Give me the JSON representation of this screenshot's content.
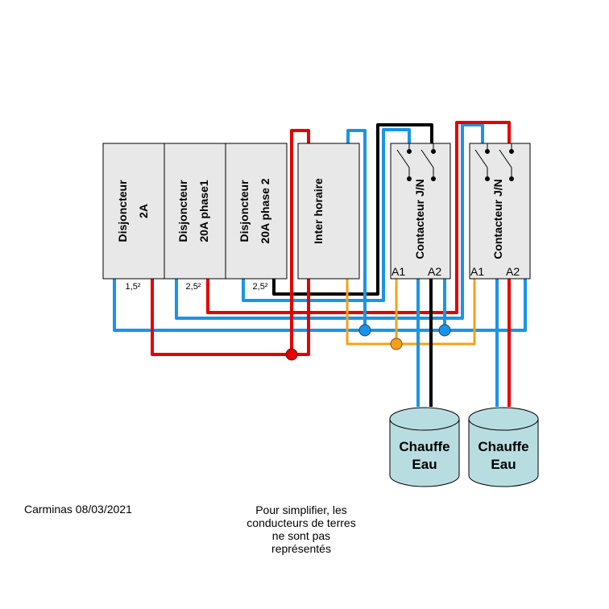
{
  "colors": {
    "phase": "#e60000",
    "neutral": "#1a94e6",
    "return": "#000000",
    "control": "#f5a01a",
    "box_fill": "#e8e8e8",
    "tank_fill": "#b8dde0"
  },
  "breakers": [
    {
      "line1": "Disjoncteur",
      "line2": "2A",
      "section": "1,5²"
    },
    {
      "line1": "Disjoncteur",
      "line2": "20A phase1",
      "section": "2,5²"
    },
    {
      "line1": "Disjoncteur",
      "line2": "20A phase 2",
      "section": "2,5²"
    }
  ],
  "timer": {
    "label": "Inter horaire"
  },
  "contactors": [
    {
      "label": "Contacteur J/N",
      "a1": "A1",
      "a2": "A2"
    },
    {
      "label": "Contacteur J/N",
      "a1": "A1",
      "a2": "A2"
    }
  ],
  "heaters": [
    {
      "line1": "Chauffe",
      "line2": "Eau"
    },
    {
      "line1": "Chauffe",
      "line2": "Eau"
    }
  ],
  "author": "Carminas 08/03/2021",
  "footnote": "Pour simplifier, les conducteurs de terres ne sont pas représentés"
}
